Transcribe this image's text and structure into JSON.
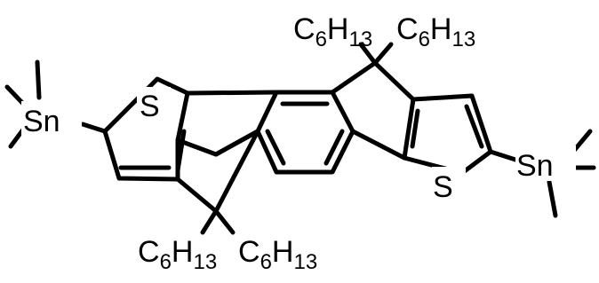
{
  "structure": {
    "atoms": {
      "s_left": "S",
      "s_right": "S",
      "sn_left": "Sn",
      "sn_right": "Sn"
    },
    "alkyl_groups": {
      "top_left": {
        "base": "C",
        "sub1": "6",
        "mid": "H",
        "sub2": "13"
      },
      "top_right": {
        "base": "C",
        "sub1": "6",
        "mid": "H",
        "sub2": "13"
      },
      "bottom_left": {
        "base": "C",
        "sub1": "6",
        "mid": "H",
        "sub2": "13"
      },
      "bottom_right": {
        "base": "C",
        "sub1": "6",
        "mid": "H",
        "sub2": "13"
      }
    }
  }
}
